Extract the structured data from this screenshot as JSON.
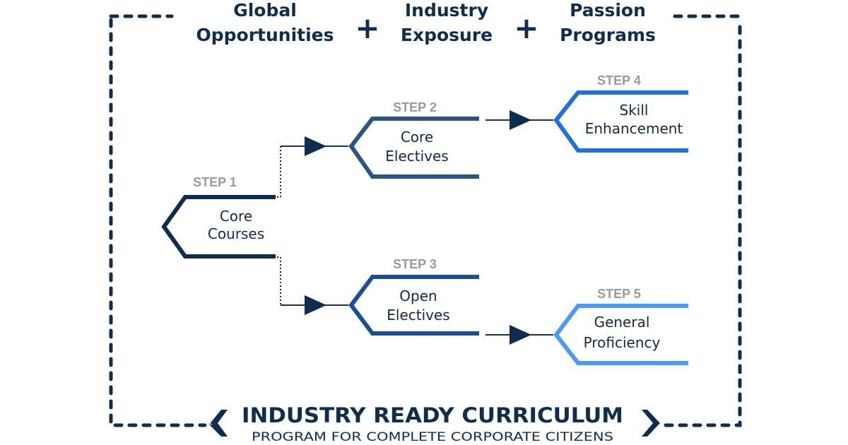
{
  "header": {
    "pillars": [
      {
        "line1": "Global",
        "line2": "Opportunities"
      },
      {
        "line1": "Industry",
        "line2": "Exposure"
      },
      {
        "line1": "Passion",
        "line2": "Programs"
      }
    ],
    "separator": "+"
  },
  "steps": [
    {
      "label": "STEP 1",
      "line1": "Core",
      "line2": "Courses",
      "color": "#0f2d4f"
    },
    {
      "label": "STEP 2",
      "line1": "Core",
      "line2": "Electives",
      "color": "#2a5486"
    },
    {
      "label": "STEP 3",
      "line1": "Open",
      "line2": "Electives",
      "color": "#1a4f96"
    },
    {
      "label": "STEP 4",
      "line1": "Skill",
      "line2": "Enhancement",
      "color": "#1f6fdc"
    },
    {
      "label": "STEP 5",
      "line1": "General",
      "line2": "Proficiency",
      "color": "#4a9cf2"
    }
  ],
  "connectors": [
    {
      "from": "STEP 1",
      "to": "STEP 2",
      "style": "dotted"
    },
    {
      "from": "STEP 1",
      "to": "STEP 3",
      "style": "dotted"
    },
    {
      "from": "STEP 2",
      "to": "STEP 4",
      "style": "solid"
    },
    {
      "from": "STEP 3",
      "to": "STEP 5",
      "style": "solid"
    }
  ],
  "footer": {
    "title": "INDUSTRY READY CURRICULUM",
    "subtitle": "PROGRAM FOR COMPLETE CORPORATE CITIZENS"
  },
  "colors": {
    "navy": "#0f2d4f",
    "step_gray": "#9a9a9a",
    "arrow": "#0f2d4f"
  }
}
